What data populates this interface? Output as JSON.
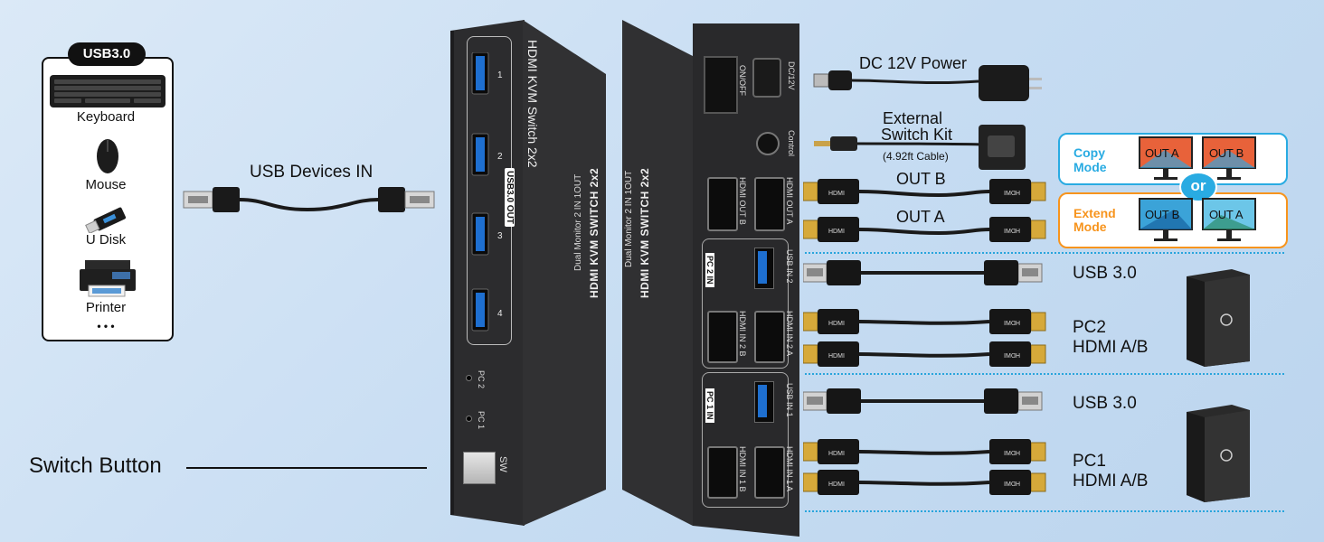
{
  "devices": {
    "badge": "USB3.0",
    "keyboard": "Keyboard",
    "mouse": "Mouse",
    "udisk": "U Disk",
    "printer": "Printer",
    "more": "• • •"
  },
  "usb_devices_in": "USB Devices IN",
  "switch_button": "Switch Button",
  "front_panel": {
    "title": "HDMI KVM Switch 2x2",
    "title_mirror": "HDMI KVM SWITCH 2x2",
    "subtitle_mirror": "Dual Monitor 2 IN 1OUT",
    "usb_out": "USB3.0 OUT",
    "ports": [
      "1",
      "2",
      "3",
      "4"
    ],
    "pc2": "PC 2",
    "pc1": "PC 1",
    "sw": "SW"
  },
  "back_panel": {
    "title": "HDMI KVM SWITCH 2x2",
    "subtitle": "Dual Monitor 2 IN 1OUT",
    "on_off": "ON/OFF",
    "dc": "DC/12V",
    "control": "Control",
    "hdmi_out_b": "HDMI OUT B",
    "hdmi_out_a": "HDMI OUT A",
    "pc2_in": "PC 2 IN",
    "usb_in_2": "USB IN 2",
    "hdmi_in_2b": "HDMI IN 2 B",
    "hdmi_in_2a": "HDMI IN 2 A",
    "pc1_in": "PC 1 IN",
    "usb_in_1": "USB IN 1",
    "hdmi_in_1b": "HDMI IN 1 B",
    "hdmi_in_1a": "HDMI IN 1 A"
  },
  "cables": {
    "dc_power": "DC 12V Power",
    "ext_switch_line1": "External",
    "ext_switch_line2": "Switch Kit",
    "ext_switch_note": "(4.92ft Cable)",
    "out_b": "OUT B",
    "out_a": "OUT A",
    "hdmi_plug": "HDMI"
  },
  "modes": {
    "copy": {
      "label_1": "Copy",
      "label_2": "Mode",
      "mon_1": "OUT A",
      "mon_2": "OUT B",
      "color": "#29abe2"
    },
    "or": "or",
    "extend": {
      "label_1": "Extend",
      "label_2": "Mode",
      "mon_1": "OUT B",
      "mon_2": "OUT A",
      "color": "#f7941d"
    }
  },
  "pc2_group": {
    "usb": "USB 3.0",
    "line1": "PC2",
    "line2": "HDMI A/B"
  },
  "pc1_group": {
    "usb": "USB 3.0",
    "line1": "PC1",
    "line2": "HDMI A/B"
  },
  "colors": {
    "background": "#c9ddf2",
    "copy": "#29abe2",
    "extend": "#f7941d",
    "dotted": "#29a5dc",
    "device": "#2c2c2e"
  }
}
